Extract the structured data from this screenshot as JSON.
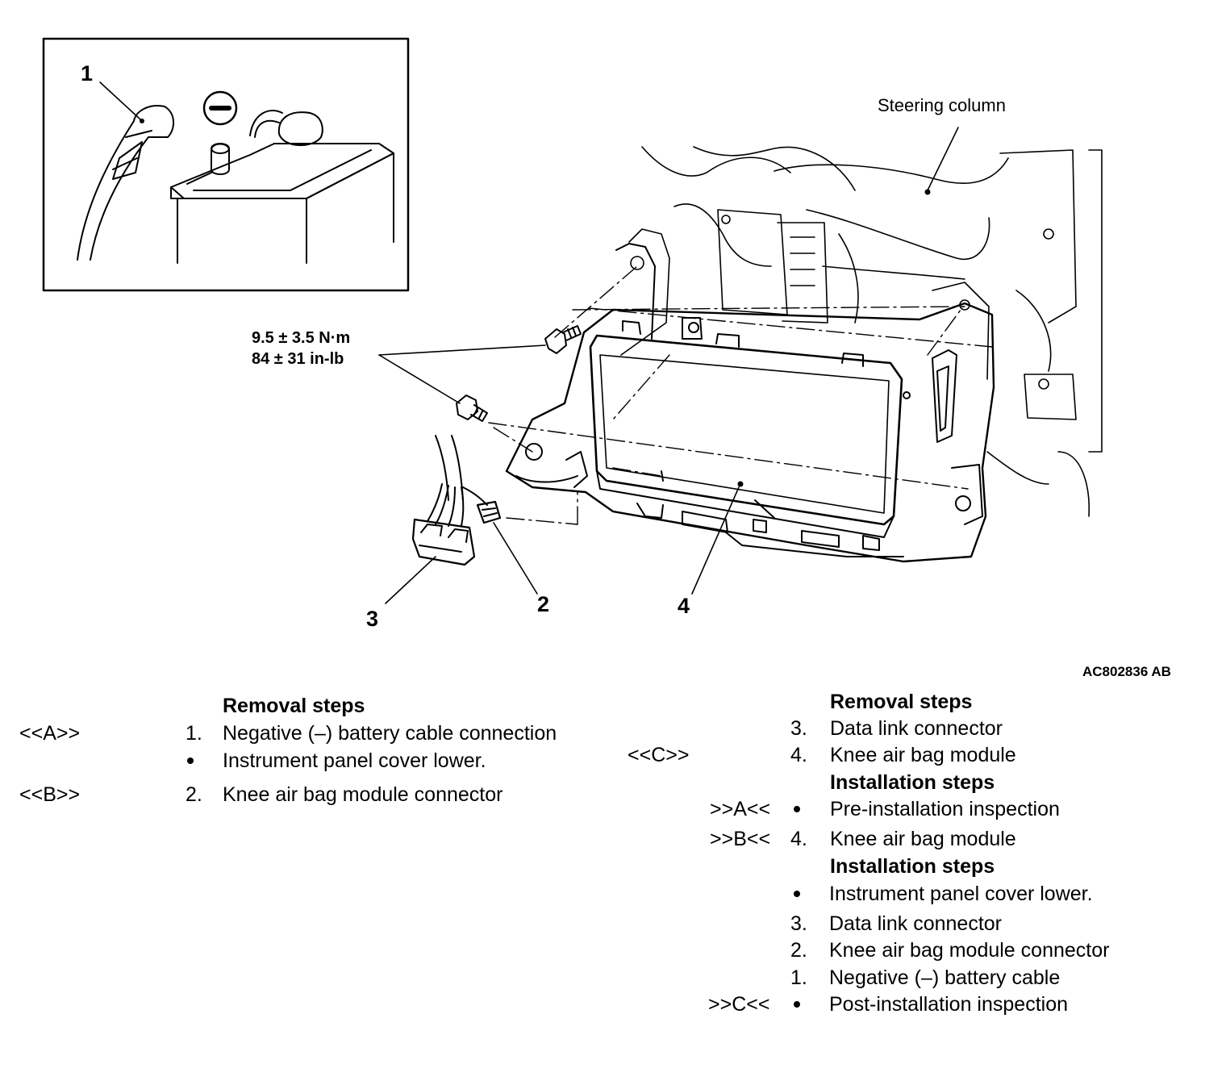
{
  "diagram": {
    "callouts": [
      "1",
      "2",
      "3",
      "4"
    ],
    "steering_label": "Steering column",
    "torque": {
      "metric": "9.5 ± 3.5 N·m",
      "imperial": "84 ± 31 in-lb"
    },
    "figure_id": "AC802836 AB",
    "minus_symbol": "minus-sign-icon"
  },
  "left_procedure": {
    "header": "Removal steps",
    "rows": [
      {
        "ref": "<<A>>",
        "num": "1.",
        "text": "Negative (–) battery cable connection"
      },
      {
        "ref": "",
        "num": "•",
        "text": "Instrument panel cover lower."
      },
      {
        "ref": "<<B>>",
        "num": "2.",
        "text": "Knee air bag module connector"
      }
    ]
  },
  "right_procedure": {
    "removal_header": "Removal steps",
    "removal_rows": [
      {
        "ref": "",
        "num": "3.",
        "text": "Data link connector"
      },
      {
        "ref": "<<C>>",
        "num": "4.",
        "text": "Knee air bag module"
      }
    ],
    "install_header_1": "Installation steps",
    "install_rows_1": [
      {
        "ref": ">>A<<",
        "num": "•",
        "text": "Pre-installation inspection"
      },
      {
        "ref": ">>B<<",
        "num": "4.",
        "text": "Knee air bag module"
      }
    ],
    "install_header_2": "Installation steps",
    "install_rows_2": [
      {
        "ref": "",
        "num": "•",
        "text": "Instrument panel cover lower."
      },
      {
        "ref": "",
        "num": "3.",
        "text": "Data link connector"
      },
      {
        "ref": "",
        "num": "2.",
        "text": "Knee air bag module connector"
      },
      {
        "ref": "",
        "num": "1.",
        "text": "Negative (–) battery cable"
      },
      {
        "ref": ">>C<<",
        "num": "•",
        "text": "Post-installation inspection"
      }
    ]
  }
}
